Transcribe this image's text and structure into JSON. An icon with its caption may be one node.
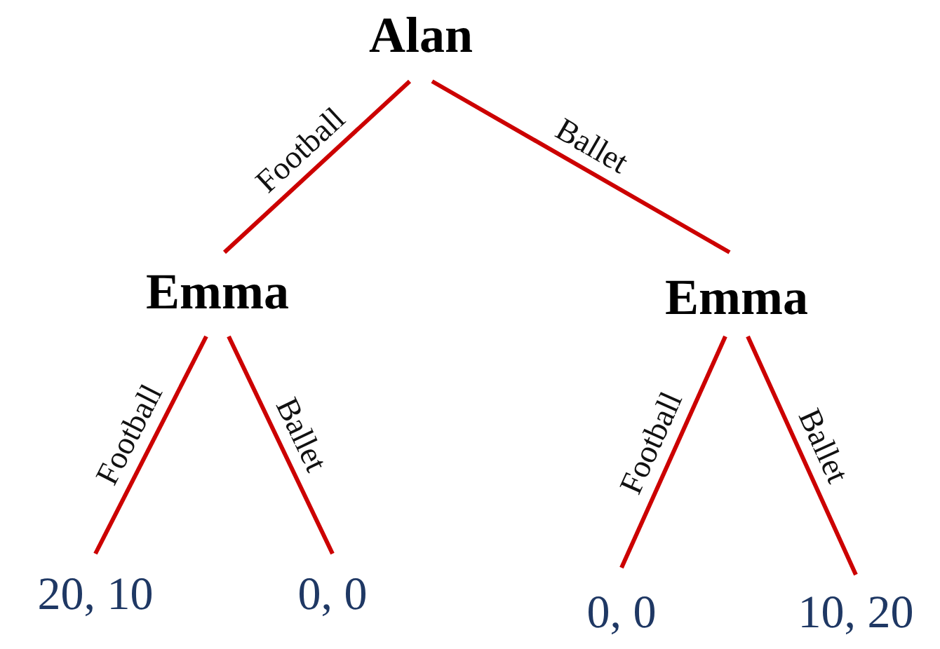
{
  "diagram": {
    "nodes": [
      {
        "text": [
          "Alan"
        ]
      },
      {
        "text": [
          "Emma"
        ]
      },
      {
        "text": [
          "Emma"
        ]
      },
      {
        "text": [
          "20, 10"
        ]
      },
      {
        "text": [
          "0, 0"
        ]
      },
      {
        "text": [
          "0, 0"
        ]
      },
      {
        "text": [
          "10, 20"
        ]
      }
    ],
    "edges": [
      {
        "from": 0,
        "to": 1,
        "arrow": "none",
        "label": "Football"
      },
      {
        "from": 0,
        "to": 2,
        "arrow": "none",
        "label": "Ballet"
      },
      {
        "from": 1,
        "to": 3,
        "arrow": "none",
        "label": "Football"
      },
      {
        "from": 1,
        "to": 4,
        "arrow": "none",
        "label": "Ballet"
      },
      {
        "from": 2,
        "to": 5,
        "arrow": "none",
        "label": "Football"
      },
      {
        "from": 2,
        "to": 6,
        "arrow": "none",
        "label": "Ballet"
      }
    ]
  }
}
